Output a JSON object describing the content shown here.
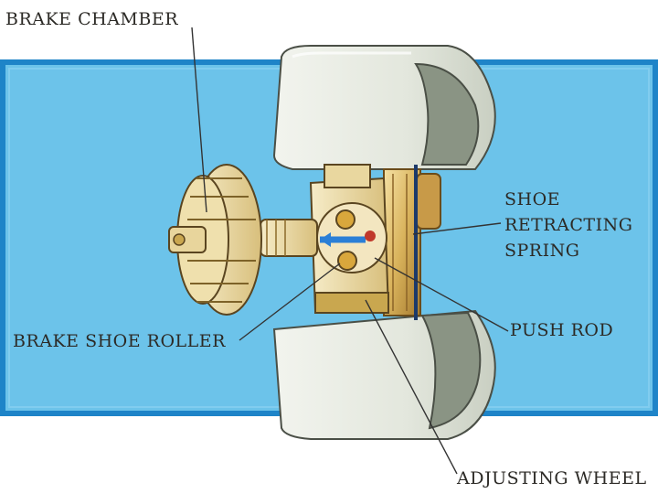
{
  "labels": {
    "brake_chamber": "BRAKE CHAMBER",
    "shoe_retracting_spring": [
      "SHOE",
      "RETRACTING",
      "SPRING"
    ],
    "brake_shoe_roller": "BRAKE SHOE ROLLER",
    "push_rod": "PUSH ROD",
    "adjusting_wheel": "ADJUSTING WHEEL"
  },
  "colors": {
    "background_panel": "#6cc3ea",
    "panel_border": "#1e84c8",
    "drum": "#e8ece4",
    "drum_inner": "#8a9484",
    "brass": "#d9b35c",
    "leader": "#333333"
  }
}
